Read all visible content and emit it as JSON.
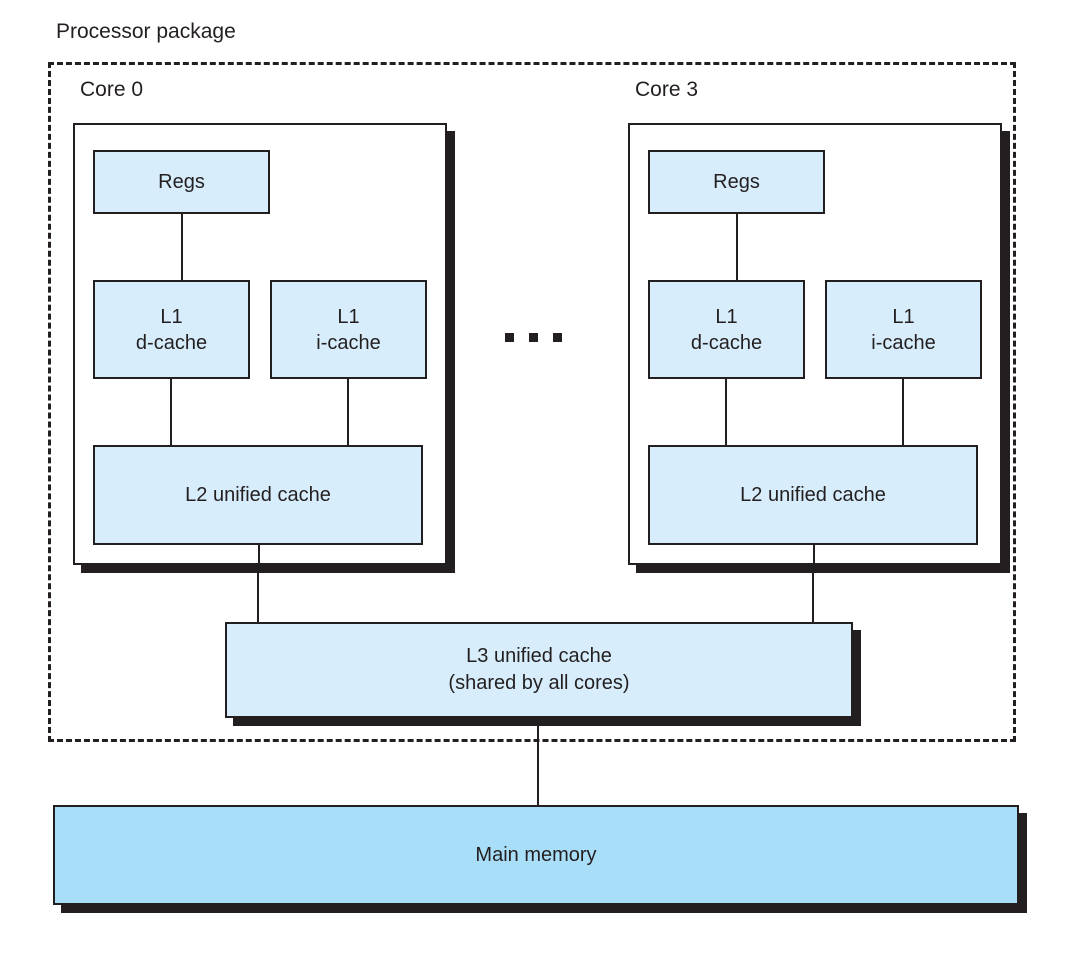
{
  "diagram": {
    "title": "Processor package",
    "ellipsis": "...",
    "cores": [
      {
        "label": "Core 0",
        "regs_label": "Regs",
        "l1d_line1": "L1",
        "l1d_line2": "d-cache",
        "l1i_line1": "L1",
        "l1i_line2": "i-cache",
        "l2_label": "L2 unified cache"
      },
      {
        "label": "Core 3",
        "regs_label": "Regs",
        "l1d_line1": "L1",
        "l1d_line2": "d-cache",
        "l1i_line1": "L1",
        "l1i_line2": "i-cache",
        "l2_label": "L2 unified cache"
      }
    ],
    "l3_line1": "L3 unified cache",
    "l3_line2": "(shared by all cores)",
    "main_memory_label": "Main memory",
    "colors": {
      "box_fill": "#d7edfb",
      "memory_fill": "#a9def9",
      "ink": "#231f20"
    }
  }
}
